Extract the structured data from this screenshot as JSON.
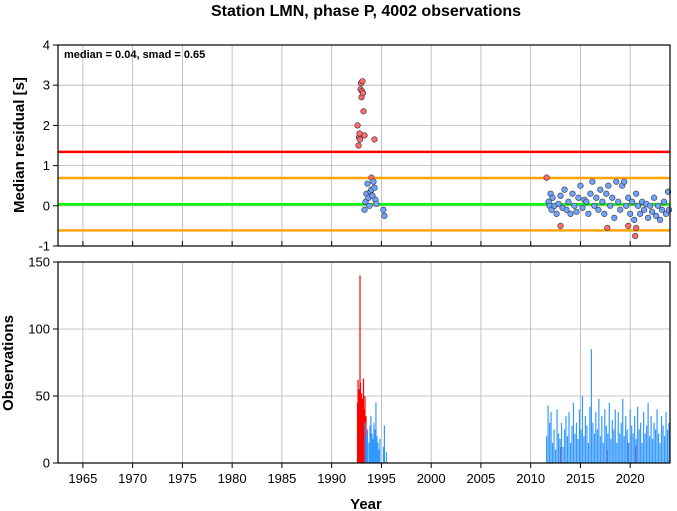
{
  "chart_data": [
    {
      "type": "scatter",
      "title": "Station LMN, phase P, 4002 observations",
      "ylabel": "Median residual [s]",
      "annotation": "median = 0.04, smad = 0.65",
      "xlim": [
        1962.5,
        2024
      ],
      "ylim": [
        -1,
        4
      ],
      "yticks": [
        -1,
        0,
        1,
        2,
        3,
        4
      ],
      "grid": true,
      "hlines": [
        {
          "y": 1.34,
          "color": "#ff0000"
        },
        {
          "y": 0.69,
          "color": "#ffa500"
        },
        {
          "y": 0.04,
          "color": "#00ff00"
        },
        {
          "y": -0.61,
          "color": "#ffa500"
        }
      ],
      "series": [
        {
          "color": "#ff6b6b",
          "points": [
            [
              1992.6,
              2.0
            ],
            [
              1992.7,
              1.5
            ],
            [
              1992.75,
              1.7
            ],
            [
              1992.8,
              1.8
            ],
            [
              1992.85,
              1.65
            ],
            [
              1992.9,
              2.9
            ],
            [
              1992.95,
              3.05
            ],
            [
              1993.0,
              2.7
            ],
            [
              1993.05,
              2.85
            ],
            [
              1993.1,
              3.1
            ],
            [
              1993.15,
              2.8
            ],
            [
              1993.2,
              2.35
            ],
            [
              1993.3,
              1.75
            ],
            [
              1994.0,
              0.7
            ],
            [
              1994.3,
              1.65
            ],
            [
              2011.6,
              0.7
            ],
            [
              2013.0,
              -0.5
            ],
            [
              2017.7,
              -0.55
            ],
            [
              2019.8,
              -0.5
            ],
            [
              2020.5,
              -0.75
            ],
            [
              2020.6,
              -0.55
            ]
          ]
        },
        {
          "color": "#6fa3ff",
          "points": [
            [
              1993.3,
              -0.1
            ],
            [
              1993.4,
              0.1
            ],
            [
              1993.5,
              0.3
            ],
            [
              1993.6,
              0.55
            ],
            [
              1993.7,
              0.2
            ],
            [
              1993.8,
              0.0
            ],
            [
              1993.9,
              0.35
            ],
            [
              1994.0,
              0.4
            ],
            [
              1994.1,
              0.25
            ],
            [
              1994.2,
              0.6
            ],
            [
              1994.3,
              0.45
            ],
            [
              1994.4,
              0.15
            ],
            [
              1994.5,
              0.05
            ],
            [
              1995.2,
              -0.1
            ],
            [
              1995.3,
              -0.25
            ],
            [
              2011.8,
              0.1
            ],
            [
              2011.9,
              0.0
            ],
            [
              2012.0,
              0.3
            ],
            [
              2012.1,
              -0.1
            ],
            [
              2012.2,
              0.2
            ],
            [
              2012.4,
              0.0
            ],
            [
              2012.6,
              -0.2
            ],
            [
              2012.8,
              0.05
            ],
            [
              2013.0,
              0.25
            ],
            [
              2013.2,
              -0.05
            ],
            [
              2013.4,
              0.4
            ],
            [
              2013.6,
              -0.1
            ],
            [
              2013.8,
              0.1
            ],
            [
              2014.0,
              -0.2
            ],
            [
              2014.2,
              0.3
            ],
            [
              2014.4,
              0.0
            ],
            [
              2014.6,
              -0.15
            ],
            [
              2014.8,
              0.2
            ],
            [
              2015.0,
              0.5
            ],
            [
              2015.2,
              -0.05
            ],
            [
              2015.4,
              0.15
            ],
            [
              2015.6,
              0.1
            ],
            [
              2015.8,
              -0.2
            ],
            [
              2016.0,
              0.3
            ],
            [
              2016.2,
              0.6
            ],
            [
              2016.4,
              0.0
            ],
            [
              2016.6,
              0.2
            ],
            [
              2016.8,
              -0.1
            ],
            [
              2017.0,
              0.4
            ],
            [
              2017.2,
              0.1
            ],
            [
              2017.4,
              -0.2
            ],
            [
              2017.6,
              0.3
            ],
            [
              2017.8,
              0.5
            ],
            [
              2018.0,
              0.0
            ],
            [
              2018.2,
              0.2
            ],
            [
              2018.4,
              -0.3
            ],
            [
              2018.6,
              0.6
            ],
            [
              2018.8,
              0.1
            ],
            [
              2019.0,
              -0.1
            ],
            [
              2019.2,
              0.5
            ],
            [
              2019.4,
              0.6
            ],
            [
              2019.6,
              0.0
            ],
            [
              2019.8,
              0.2
            ],
            [
              2020.0,
              -0.2
            ],
            [
              2020.2,
              0.1
            ],
            [
              2020.4,
              -0.35
            ],
            [
              2020.6,
              0.3
            ],
            [
              2020.8,
              0.0
            ],
            [
              2021.0,
              -0.2
            ],
            [
              2021.2,
              0.1
            ],
            [
              2021.4,
              -0.1
            ],
            [
              2021.6,
              0.05
            ],
            [
              2021.8,
              -0.3
            ],
            [
              2022.0,
              0.0
            ],
            [
              2022.2,
              -0.15
            ],
            [
              2022.4,
              0.2
            ],
            [
              2022.6,
              -0.25
            ],
            [
              2022.8,
              0.0
            ],
            [
              2023.0,
              -0.35
            ],
            [
              2023.2,
              -0.1
            ],
            [
              2023.4,
              0.1
            ],
            [
              2023.6,
              -0.2
            ],
            [
              2023.8,
              0.35
            ],
            [
              2023.9,
              -0.1
            ]
          ]
        }
      ]
    },
    {
      "type": "bar",
      "xlabel": "Year",
      "ylabel": "Observations",
      "xlim": [
        1962.5,
        2024
      ],
      "ylim": [
        0,
        150
      ],
      "xticks": [
        1965,
        1970,
        1975,
        1980,
        1985,
        1990,
        1995,
        2000,
        2005,
        2010,
        2015,
        2020
      ],
      "yticks": [
        0,
        50,
        100,
        150
      ],
      "grid": true,
      "series": [
        {
          "color": "#ff0000",
          "x": [
            1992.6,
            1992.65,
            1992.7,
            1992.75,
            1992.8,
            1992.85,
            1992.9,
            1992.95,
            1993.0,
            1993.05,
            1993.1,
            1993.15,
            1993.2,
            1993.25,
            1993.3,
            1993.35,
            1993.4,
            1993.45,
            1993.55,
            2013.05,
            2017.7,
            2019.8,
            2020.5,
            2020.6
          ],
          "values": [
            45,
            62,
            38,
            55,
            50,
            140,
            60,
            45,
            52,
            35,
            48,
            42,
            63,
            30,
            40,
            50,
            25,
            35,
            20,
            12,
            10,
            15,
            12,
            14
          ]
        },
        {
          "color": "#3399ff",
          "x": [
            1993.35,
            1993.5,
            1993.6,
            1993.75,
            1993.85,
            1993.95,
            1994.05,
            1994.15,
            1994.25,
            1994.35,
            1994.45,
            1994.55,
            1994.65,
            1994.75,
            1994.85,
            1995.2,
            1995.3,
            1995.5,
            2011.6,
            2011.75,
            2011.9,
            2012.05,
            2012.2,
            2012.35,
            2012.5,
            2012.65,
            2012.8,
            2012.95,
            2013.1,
            2013.25,
            2013.4,
            2013.55,
            2013.7,
            2013.85,
            2014.0,
            2014.15,
            2014.3,
            2014.45,
            2014.6,
            2014.75,
            2014.9,
            2015.05,
            2015.2,
            2015.35,
            2015.5,
            2015.65,
            2015.8,
            2015.95,
            2016.1,
            2016.25,
            2016.4,
            2016.55,
            2016.7,
            2016.85,
            2017.0,
            2017.15,
            2017.3,
            2017.45,
            2017.6,
            2017.75,
            2017.9,
            2018.05,
            2018.2,
            2018.35,
            2018.5,
            2018.65,
            2018.8,
            2018.95,
            2019.1,
            2019.25,
            2019.4,
            2019.55,
            2019.7,
            2019.85,
            2020.0,
            2020.15,
            2020.3,
            2020.45,
            2020.6,
            2020.75,
            2020.9,
            2021.05,
            2021.2,
            2021.35,
            2021.5,
            2021.65,
            2021.8,
            2021.95,
            2022.1,
            2022.25,
            2022.4,
            2022.55,
            2022.7,
            2022.85,
            2023.0,
            2023.15,
            2023.3,
            2023.45,
            2023.6,
            2023.75,
            2023.9
          ],
          "values": [
            30,
            20,
            25,
            15,
            28,
            35,
            22,
            18,
            30,
            25,
            45,
            20,
            15,
            10,
            18,
            12,
            28,
            8,
            20,
            43,
            30,
            38,
            15,
            25,
            10,
            40,
            22,
            18,
            30,
            12,
            25,
            35,
            20,
            38,
            15,
            28,
            45,
            22,
            30,
            18,
            40,
            25,
            50,
            20,
            35,
            28,
            15,
            42,
            85,
            30,
            22,
            38,
            25,
            48,
            20,
            35,
            15,
            40,
            28,
            22,
            45,
            18,
            32,
            25,
            40,
            15,
            38,
            22,
            30,
            48,
            20,
            35,
            25,
            15,
            40,
            28,
            22,
            35,
            18,
            42,
            25,
            30,
            15,
            38,
            22,
            28,
            45,
            20,
            35,
            18,
            30,
            25,
            40,
            22,
            15,
            35,
            28,
            20,
            38,
            25,
            30
          ]
        }
      ]
    }
  ]
}
